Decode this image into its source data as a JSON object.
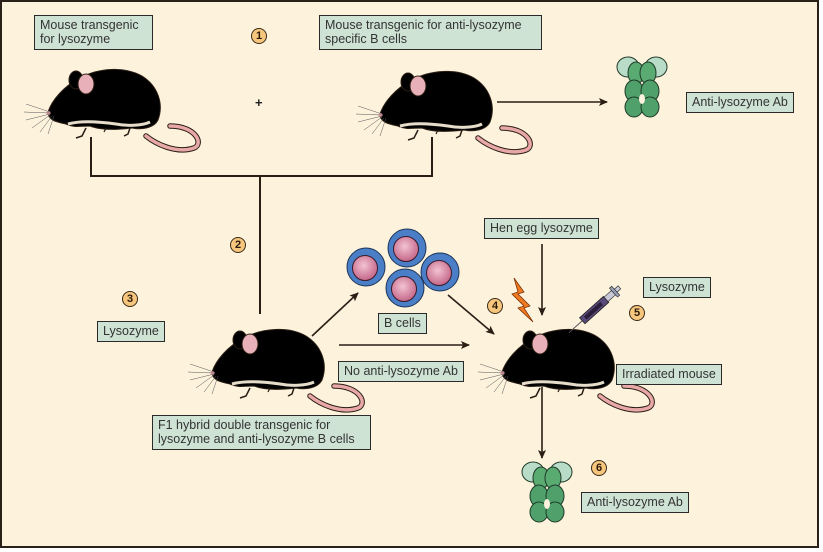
{
  "colors": {
    "background": "#fdf2dc",
    "label_fill": "#cfe3d5",
    "step_badge": "#f6c67d",
    "b_cell_outer": "#4a7fc8",
    "b_cell_nucleus": "#d07a98",
    "antibody_dark": "#4fa06a",
    "antibody_light": "#b9dcc8",
    "lightning": "#f07a20",
    "mouse_white": "#fbeeee",
    "mouse_brown": "#a8643a",
    "mouse_tan": "#d9a46e"
  },
  "steps": [
    "1",
    "2",
    "3",
    "4",
    "5",
    "6"
  ],
  "plus_sign": "+",
  "labels": {
    "lysozyme_mouse": [
      "Mouse transgenic",
      "for lysozyme"
    ],
    "antilysozyme_bcell_mouse": [
      "Mouse transgenic for anti-lysozyme",
      "specific B cells"
    ],
    "anti_lysozyme_ab_top": "Anti-lysozyme Ab",
    "lysozyme_left": "Lysozyme",
    "b_cells": "B cells",
    "no_anti_lysozyme_ab": "No anti-lysozyme Ab",
    "hen_egg_lysozyme": "Hen egg lysozyme",
    "lysozyme_injection": "Lysozyme",
    "irradiated_mouse": "Irradiated mouse",
    "f1_hybrid": [
      "F1 hybrid double transgenic for",
      "lysozyme and anti-lysozyme B cells"
    ],
    "anti_lysozyme_ab_bottom": "Anti-lysozyme Ab"
  },
  "icons": {
    "mice": [
      "white-mouse-icon",
      "brown-mouse-icon",
      "tan-mouse-icon",
      "irradiated-mouse-icon"
    ],
    "antibodies": [
      "antibody-icon",
      "antibody-icon"
    ],
    "b_cells": [
      "b-cell-icon",
      "b-cell-icon",
      "b-cell-icon",
      "b-cell-icon"
    ],
    "syringe": "syringe-icon",
    "lightning": "lightning-icon"
  }
}
